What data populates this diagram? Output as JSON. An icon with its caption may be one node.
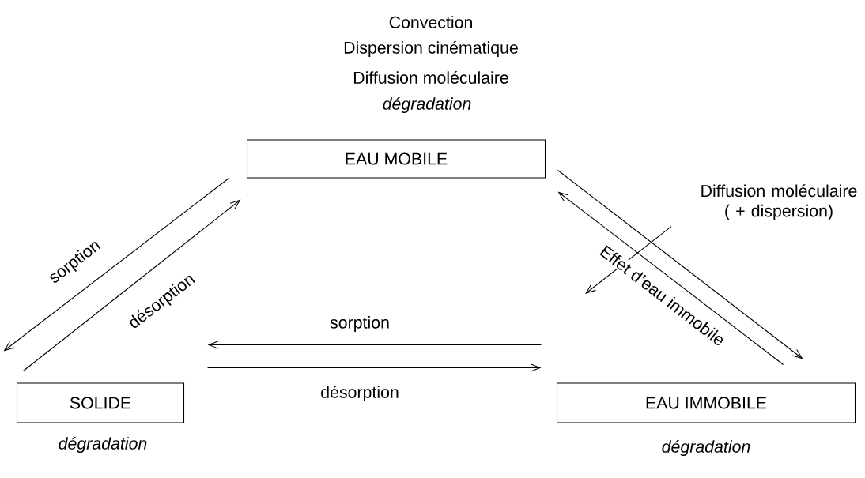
{
  "diagram": {
    "nodes": [
      {
        "text": [
          "EAU MOBILE"
        ],
        "beside": [
          "Convection",
          "Dispersion cinématique",
          "Diffusion moléculaire",
          "dégradation"
        ]
      },
      {
        "text": [
          "SOLIDE"
        ],
        "beside": [
          "dégradation"
        ]
      },
      {
        "text": [
          "EAU IMMOBILE"
        ],
        "beside": [
          "dégradation"
        ]
      },
      {
        "text": [
          "Diffusion moléculaire ( + dispersion)"
        ]
      }
    ],
    "edges": [
      {
        "from": 0,
        "to": 1,
        "arrow": "to",
        "label": "sorption"
      },
      {
        "from": 1,
        "to": 0,
        "arrow": "to",
        "label": "désorption"
      },
      {
        "from": 0,
        "to": 2,
        "arrow": "to"
      },
      {
        "from": 2,
        "to": 0,
        "arrow": "to",
        "label": "Effet d’eau immobile"
      },
      {
        "from": 2,
        "to": 1,
        "arrow": "to",
        "label": "sorption"
      },
      {
        "from": 1,
        "to": 2,
        "arrow": "to",
        "label": "désorption"
      },
      {
        "from": 3,
        "to": null,
        "arrow": "to"
      }
    ]
  }
}
